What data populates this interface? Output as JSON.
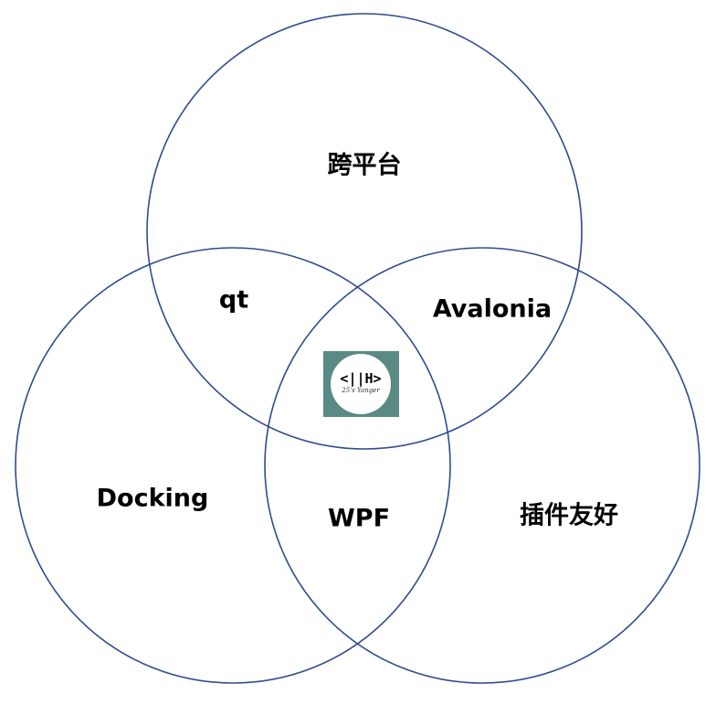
{
  "sets": [
    {
      "name": "top",
      "label": "跨平台"
    },
    {
      "name": "left",
      "label": "Docking"
    },
    {
      "name": "right",
      "label": "插件友好"
    }
  ],
  "intersections": {
    "top_left": "qt",
    "top_right": "Avalonia",
    "left_right": "WPF"
  },
  "logo": {
    "mark": "<||H>",
    "signature": "25's Yanger"
  },
  "colors": {
    "stroke": "#2f4c8f",
    "logo_bg": "#5a8a84"
  }
}
